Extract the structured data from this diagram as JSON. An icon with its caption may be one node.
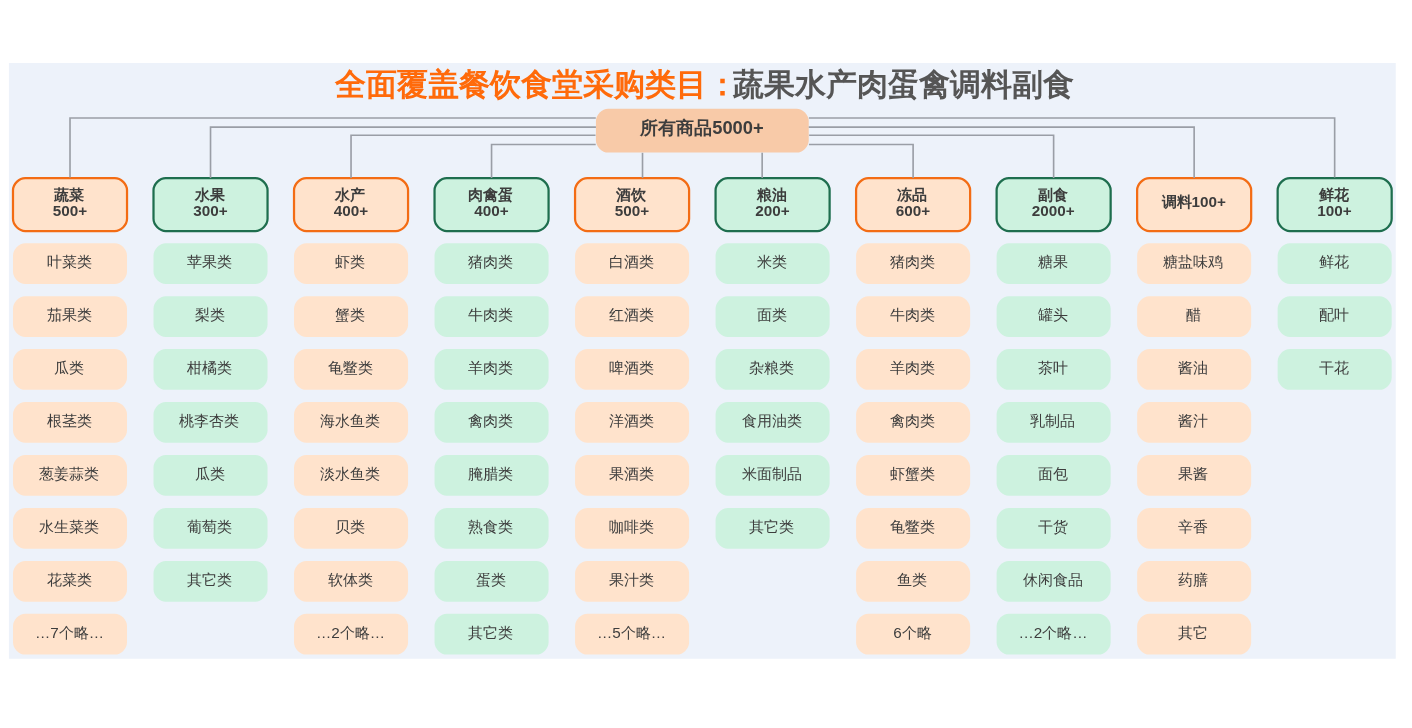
{
  "diagram": {
    "title": "全面覆盖餐饮食堂采购类目：蔬果水产肉蛋禽调料副食",
    "nodes": [
      {
        "text": [
          "所有商品5000+"
        ]
      },
      {
        "text": [
          "蔬菜",
          "500+"
        ]
      },
      {
        "text": [
          "叶菜类"
        ]
      },
      {
        "text": [
          "茄果类"
        ]
      },
      {
        "text": [
          "瓜类"
        ]
      },
      {
        "text": [
          "根茎类"
        ]
      },
      {
        "text": [
          "葱姜蒜类"
        ]
      },
      {
        "text": [
          "水生菜类"
        ]
      },
      {
        "text": [
          "花菜类"
        ]
      },
      {
        "text": [
          "…7个略…"
        ]
      },
      {
        "text": [
          "水果",
          "300+"
        ]
      },
      {
        "text": [
          "苹果类"
        ]
      },
      {
        "text": [
          "梨类"
        ]
      },
      {
        "text": [
          "柑橘类"
        ]
      },
      {
        "text": [
          "桃李杏类"
        ]
      },
      {
        "text": [
          "瓜类"
        ]
      },
      {
        "text": [
          "葡萄类"
        ]
      },
      {
        "text": [
          "其它类"
        ]
      },
      {
        "text": [
          "水产",
          "400+"
        ]
      },
      {
        "text": [
          "虾类"
        ]
      },
      {
        "text": [
          "蟹类"
        ]
      },
      {
        "text": [
          "龟鳖类"
        ]
      },
      {
        "text": [
          "海水鱼类"
        ]
      },
      {
        "text": [
          "淡水鱼类"
        ]
      },
      {
        "text": [
          "贝类"
        ]
      },
      {
        "text": [
          "软体类"
        ]
      },
      {
        "text": [
          "…2个略…"
        ]
      },
      {
        "text": [
          "肉禽蛋",
          "400+"
        ]
      },
      {
        "text": [
          "猪肉类"
        ]
      },
      {
        "text": [
          "牛肉类"
        ]
      },
      {
        "text": [
          "羊肉类"
        ]
      },
      {
        "text": [
          "禽肉类"
        ]
      },
      {
        "text": [
          "腌腊类"
        ]
      },
      {
        "text": [
          "熟食类"
        ]
      },
      {
        "text": [
          "蛋类"
        ]
      },
      {
        "text": [
          "其它类"
        ]
      },
      {
        "text": [
          "酒饮",
          "500+"
        ]
      },
      {
        "text": [
          "白酒类"
        ]
      },
      {
        "text": [
          "红酒类"
        ]
      },
      {
        "text": [
          "啤酒类"
        ]
      },
      {
        "text": [
          "洋酒类"
        ]
      },
      {
        "text": [
          "果酒类"
        ]
      },
      {
        "text": [
          "咖啡类"
        ]
      },
      {
        "text": [
          "果汁类"
        ]
      },
      {
        "text": [
          "…5个略…"
        ]
      },
      {
        "text": [
          "粮油",
          "200+"
        ]
      },
      {
        "text": [
          "米类"
        ]
      },
      {
        "text": [
          "面类"
        ]
      },
      {
        "text": [
          "杂粮类"
        ]
      },
      {
        "text": [
          "食用油类"
        ]
      },
      {
        "text": [
          "米面制品"
        ]
      },
      {
        "text": [
          "其它类"
        ]
      },
      {
        "text": [
          "冻品",
          "600+"
        ]
      },
      {
        "text": [
          "猪肉类"
        ]
      },
      {
        "text": [
          "牛肉类"
        ]
      },
      {
        "text": [
          "羊肉类"
        ]
      },
      {
        "text": [
          "禽肉类"
        ]
      },
      {
        "text": [
          "虾蟹类"
        ]
      },
      {
        "text": [
          "龟鳖类"
        ]
      },
      {
        "text": [
          "鱼类"
        ]
      },
      {
        "text": [
          "6个略"
        ]
      },
      {
        "text": [
          "副食",
          "2000+"
        ]
      },
      {
        "text": [
          "糖果"
        ]
      },
      {
        "text": [
          "罐头"
        ]
      },
      {
        "text": [
          "茶叶"
        ]
      },
      {
        "text": [
          "乳制品"
        ]
      },
      {
        "text": [
          "面包"
        ]
      },
      {
        "text": [
          "干货"
        ]
      },
      {
        "text": [
          "休闲食品"
        ]
      },
      {
        "text": [
          "…2个略…"
        ]
      },
      {
        "text": [
          "调料100+"
        ]
      },
      {
        "text": [
          "糖盐味鸡"
        ]
      },
      {
        "text": [
          "醋"
        ]
      },
      {
        "text": [
          "酱油"
        ]
      },
      {
        "text": [
          "酱汁"
        ]
      },
      {
        "text": [
          "果酱"
        ]
      },
      {
        "text": [
          "辛香"
        ]
      },
      {
        "text": [
          "药膳"
        ]
      },
      {
        "text": [
          "其它"
        ]
      },
      {
        "text": [
          "鲜花",
          "100+"
        ]
      },
      {
        "text": [
          "鲜花"
        ]
      },
      {
        "text": [
          "配叶"
        ]
      },
      {
        "text": [
          "干花"
        ]
      }
    ],
    "edges": [
      {
        "from": 0,
        "to": 1,
        "arrow": "none"
      },
      {
        "from": 0,
        "to": 10,
        "arrow": "none"
      },
      {
        "from": 0,
        "to": 18,
        "arrow": "none"
      },
      {
        "from": 0,
        "to": 27,
        "arrow": "none"
      },
      {
        "from": 0,
        "to": 36,
        "arrow": "none"
      },
      {
        "from": 0,
        "to": 45,
        "arrow": "none"
      },
      {
        "from": 0,
        "to": 52,
        "arrow": "none"
      },
      {
        "from": 0,
        "to": 61,
        "arrow": "none"
      },
      {
        "from": 0,
        "to": 70,
        "arrow": "none"
      },
      {
        "from": 0,
        "to": 79,
        "arrow": "none"
      }
    ]
  }
}
